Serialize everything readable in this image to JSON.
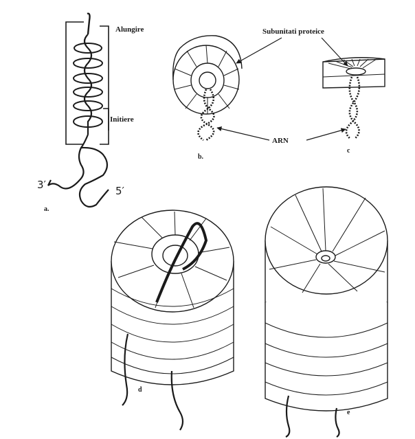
{
  "labels": {
    "alungire": "Alungire",
    "initiere": "Initiere",
    "three_prime": "3′",
    "five_prime": "5′",
    "subunitati": "Subunitati proteice",
    "arn": "ARN",
    "panel_a": "a.",
    "panel_b": "b.",
    "panel_c": "c",
    "panel_d": "d",
    "panel_e": "e"
  },
  "colors": {
    "ink": "#1a1a1a",
    "background": "#ffffff"
  }
}
